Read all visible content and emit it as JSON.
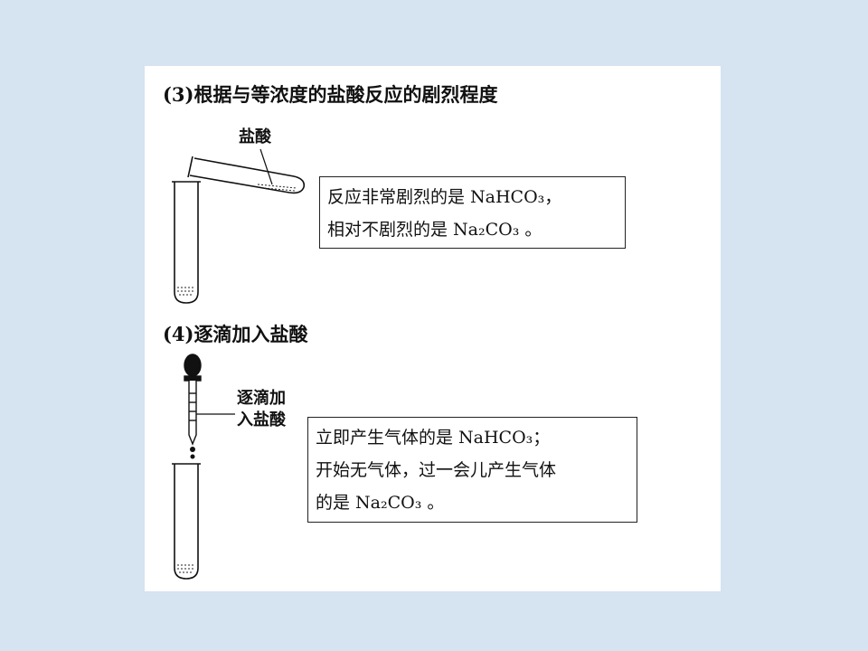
{
  "section3": {
    "title": "(3)根据与等浓度的盐酸反应的剧烈程度",
    "label": "盐酸",
    "text_line1": "反应非常剧烈的是 NaHCO₃，",
    "text_line2": "相对不剧烈的是 Na₂CO₃ 。"
  },
  "section4": {
    "title": "(4)逐滴加入盐酸",
    "label_line1": "逐滴加",
    "label_line2": "入盐酸",
    "text_line1": "立即产生气体的是 NaHCO₃；",
    "text_line2": "开始无气体，过一会儿产生气体",
    "text_line3": "的是 Na₂CO₃ 。"
  }
}
